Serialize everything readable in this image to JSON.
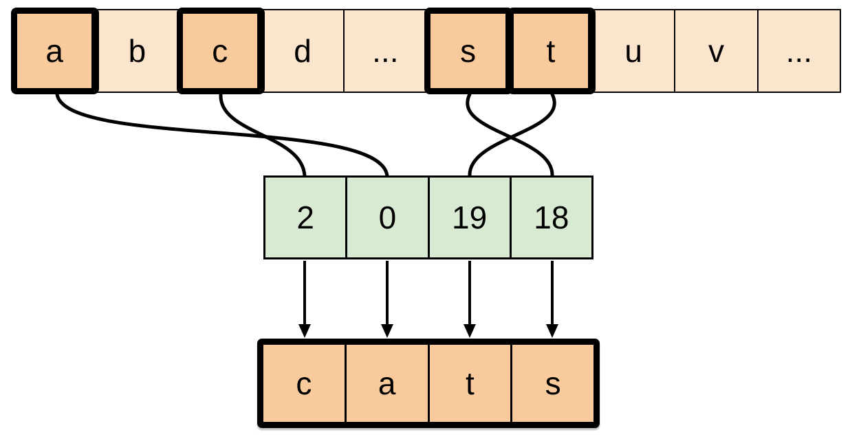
{
  "alphabet_array": {
    "cells": [
      {
        "label": "a",
        "highlighted": true
      },
      {
        "label": "b",
        "highlighted": false
      },
      {
        "label": "c",
        "highlighted": true
      },
      {
        "label": "d",
        "highlighted": false
      },
      {
        "label": "...",
        "highlighted": false
      },
      {
        "label": "s",
        "highlighted": true
      },
      {
        "label": "t",
        "highlighted": true
      },
      {
        "label": "u",
        "highlighted": false
      },
      {
        "label": "v",
        "highlighted": false
      },
      {
        "label": "...",
        "highlighted": false
      }
    ],
    "highlighted_letters": [
      "a",
      "c",
      "s",
      "t"
    ]
  },
  "index_array": {
    "values": [
      "2",
      "0",
      "19",
      "18"
    ]
  },
  "result_array": {
    "letters": [
      "c",
      "a",
      "t",
      "s"
    ],
    "word": "cats"
  },
  "connections": [
    {
      "from_letter": "a",
      "to_index_value": "0"
    },
    {
      "from_letter": "c",
      "to_index_value": "2"
    },
    {
      "from_letter": "s",
      "to_index_value": "18"
    },
    {
      "from_letter": "t",
      "to_index_value": "19"
    }
  ],
  "arrows": [
    {
      "from_index_value": "2",
      "to_result_letter": "c"
    },
    {
      "from_index_value": "0",
      "to_result_letter": "a"
    },
    {
      "from_index_value": "19",
      "to_result_letter": "t"
    },
    {
      "from_index_value": "18",
      "to_result_letter": "s"
    }
  ],
  "colors": {
    "highlight_fill": "#f9cb9c",
    "base_fill": "#fce5cd",
    "index_fill": "#d9ead3",
    "line": "#000000",
    "background": "#ffffff"
  }
}
